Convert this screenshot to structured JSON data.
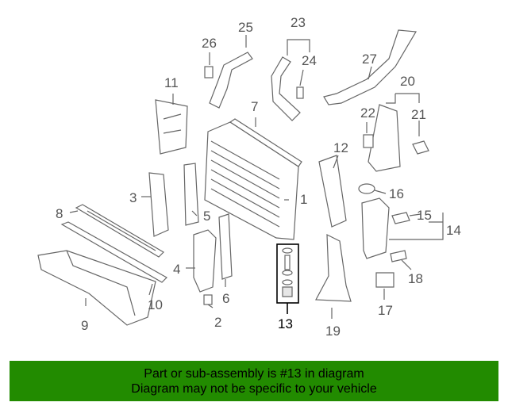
{
  "callouts": [
    "1",
    "2",
    "3",
    "4",
    "5",
    "6",
    "7",
    "8",
    "9",
    "10",
    "11",
    "12",
    "13",
    "14",
    "15",
    "16",
    "17",
    "18",
    "19",
    "20",
    "21",
    "22",
    "23",
    "24",
    "25",
    "26",
    "27"
  ],
  "highlighted_callout": "13",
  "banner": {
    "line1": "Part or sub-assembly is #13 in diagram",
    "line2": "Diagram may not be specific to your vehicle"
  },
  "colors": {
    "banner_bg": "#228b00",
    "highlight_box": "#000000",
    "line_art": "#666666"
  }
}
